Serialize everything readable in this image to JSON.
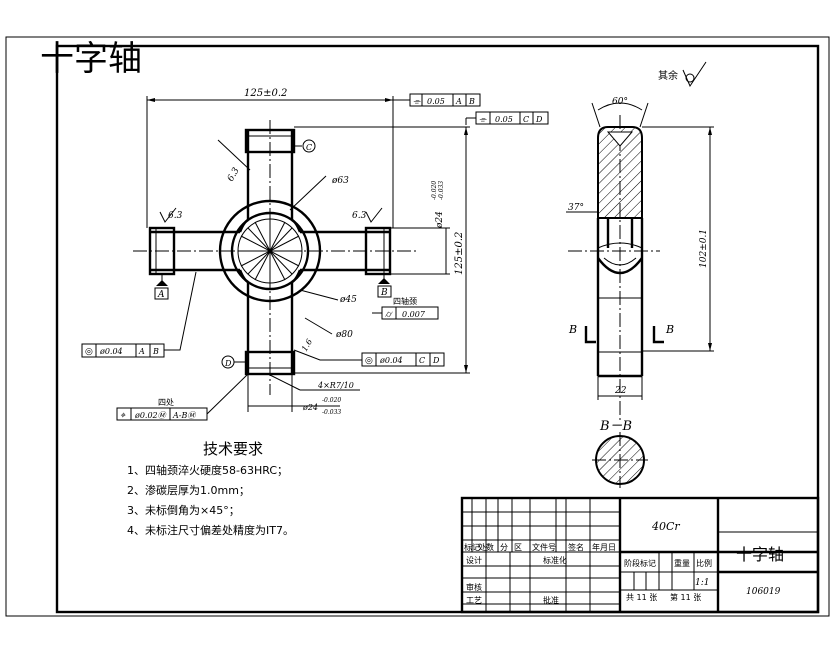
{
  "stamp_title": "十字轴",
  "roughness_other": "其余",
  "dims": {
    "width_overall": "125±0.2",
    "height_overall": "125±0.2",
    "dia_63": "ø63",
    "dia_45": "ø45",
    "dia_80": "ø80",
    "angle_top": "60°",
    "angle_side": "37°",
    "side_length": "102±0.1",
    "side_width": "22",
    "r_left": "6.3",
    "r_right": "6.3",
    "r_diag1": "6.3",
    "r_diag2": "1.6",
    "shaft_dia": "ø24",
    "shaft_tol_upper": "-0.020",
    "shaft_tol_lower": "-0.033",
    "groove": "4×R7/10",
    "bottom_dia": "ø24",
    "bottom_tol_upper": "-0.020",
    "bottom_tol_lower": "-0.033"
  },
  "gdt": {
    "top1": [
      "⌯",
      "0.05",
      "A",
      "B"
    ],
    "top2": [
      "⌯",
      "0.05",
      "C",
      "D"
    ],
    "left": [
      "◎",
      "ø0.04",
      "A",
      "B"
    ],
    "right": [
      "◎",
      "ø0.04",
      "C",
      "D"
    ],
    "cyl_label": "四轴颈",
    "cyl": [
      "⌭",
      "0.007"
    ],
    "pos_label": "四处",
    "pos": [
      "⌖",
      "ø0.02Ⓜ",
      "A-BⓂ"
    ]
  },
  "datums": {
    "a": "A",
    "b": "B",
    "c": "C",
    "d": "D"
  },
  "section": {
    "mark_left": "B",
    "mark_right": "B",
    "caption": "B－B"
  },
  "requirements": {
    "title": "技术要求",
    "items": [
      "1、四轴颈淬火硬度58-63HRC；",
      "2、渗碳层厚为1.0mm；",
      "3、未标倒角为×45°；",
      "4、未标注尺寸偏差处精度为IT7。"
    ]
  },
  "title_block": {
    "material": "40Cr",
    "part_name": "十字轴",
    "drawing_no": "106019",
    "row_headers": [
      "标记",
      "处数",
      "分",
      "区",
      "文件号",
      "签名",
      "年月日"
    ],
    "design": "设计",
    "standardize": "标准化",
    "review": "审核",
    "process": "工艺",
    "approve": "批准",
    "stage_mark": "阶段标记",
    "weight": "重量",
    "scale_label": "比例",
    "scale": "1:1",
    "sheet_total": "共 11 张",
    "sheet_no": "第 11 张"
  }
}
